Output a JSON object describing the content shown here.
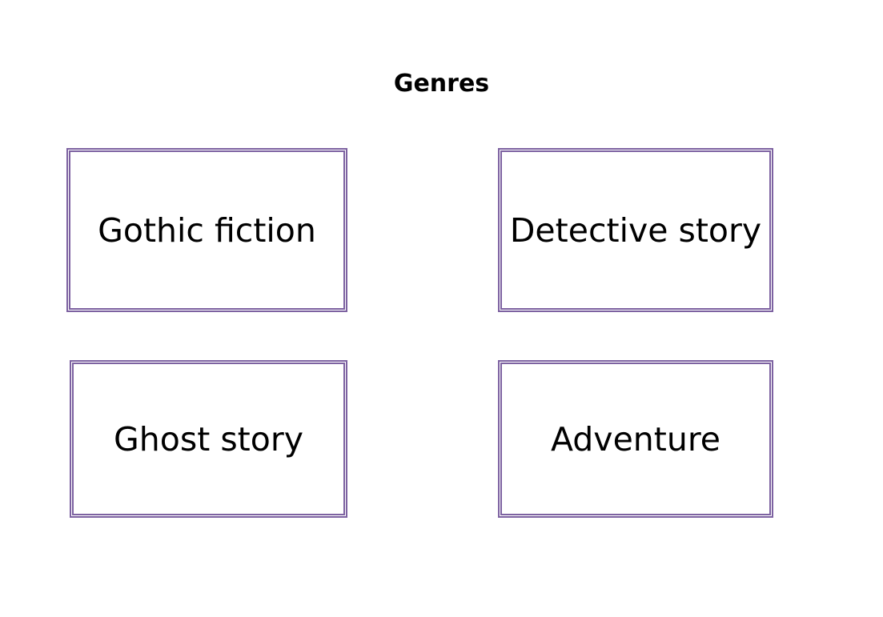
{
  "title": "Genres",
  "colors": {
    "card_border": "#7d62a1",
    "background": "#ffffff",
    "text": "#000000"
  },
  "cards": [
    {
      "label": "Gothic fiction"
    },
    {
      "label": "Detective story"
    },
    {
      "label": "Ghost story"
    },
    {
      "label": "Adventure"
    }
  ]
}
